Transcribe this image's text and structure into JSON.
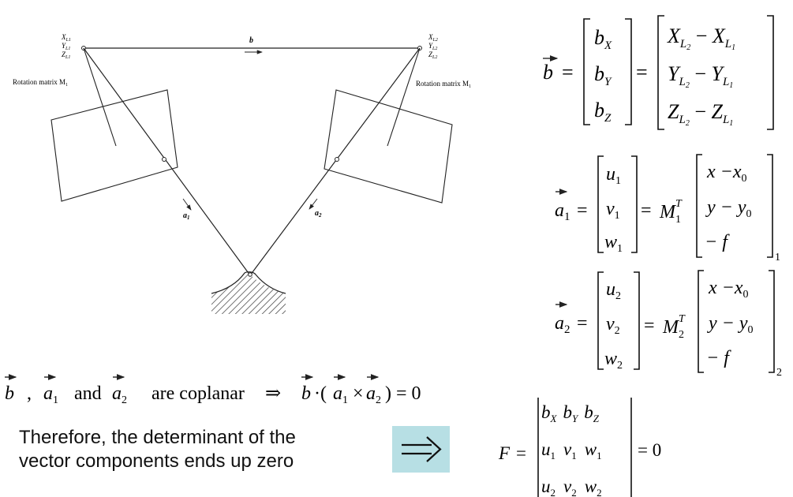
{
  "diagram": {
    "left_camera": {
      "coords": [
        "X",
        "Y",
        "Z"
      ],
      "coord_subscript": "L1",
      "rotation_label": "Rotation matrix M",
      "rotation_subscript": "1"
    },
    "right_camera": {
      "coords": [
        "X",
        "Y",
        "Z"
      ],
      "coord_subscript": "L2",
      "rotation_label": "Rotation matrix M",
      "rotation_subscript": "1"
    },
    "baseline_label": "b",
    "ray1_label": "a",
    "ray1_subscript": "1",
    "ray2_label": "a",
    "ray2_subscript": "2"
  },
  "equations": {
    "b_vector": {
      "lhs": "b",
      "components": [
        {
          "base": "b",
          "sub": "X"
        },
        {
          "base": "b",
          "sub": "Y"
        },
        {
          "base": "b",
          "sub": "Z"
        }
      ],
      "differences": [
        {
          "a": "X",
          "a_sub": "L",
          "a_subsub": "2",
          "b": "X",
          "b_sub": "L",
          "b_subsub": "1"
        },
        {
          "a": "Y",
          "a_sub": "L",
          "a_subsub": "2",
          "b": "Y",
          "b_sub": "L",
          "b_subsub": "1"
        },
        {
          "a": "Z",
          "a_sub": "L",
          "a_subsub": "2",
          "b": "Z",
          "b_sub": "L",
          "b_subsub": "1"
        }
      ]
    },
    "a1_vector": {
      "lhs": "a",
      "lhs_sub": "1",
      "components": [
        {
          "base": "u",
          "sub": "1"
        },
        {
          "base": "v",
          "sub": "1"
        },
        {
          "base": "w",
          "sub": "1"
        }
      ],
      "matrix": "M",
      "matrix_sub": "1",
      "matrix_sup": "T",
      "image_vector": [
        "x −x",
        "y − y",
        "− f"
      ],
      "image_vector_subs": [
        "0",
        "0",
        ""
      ],
      "outer_sub": "1"
    },
    "a2_vector": {
      "lhs": "a",
      "lhs_sub": "2",
      "components": [
        {
          "base": "u",
          "sub": "2"
        },
        {
          "base": "v",
          "sub": "2"
        },
        {
          "base": "w",
          "sub": "2"
        }
      ],
      "matrix": "M",
      "matrix_sub": "2",
      "matrix_sup": "T",
      "image_vector": [
        "x −x",
        "y − y",
        "− f"
      ],
      "image_vector_subs": [
        "0",
        "0",
        ""
      ],
      "outer_sub": "2"
    },
    "coplanar": {
      "sep1": ",",
      "and_text": "and",
      "tail_text": "are coplanar",
      "implies": "⇒",
      "zero": "= 0"
    },
    "determinant": {
      "lhs": "F",
      "rows": [
        [
          {
            "b": "b",
            "s": "X"
          },
          {
            "b": "b",
            "s": "Y"
          },
          {
            "b": "b",
            "s": "Z"
          }
        ],
        [
          {
            "b": "u",
            "s": "1"
          },
          {
            "b": "v",
            "s": "1"
          },
          {
            "b": "w",
            "s": "1"
          }
        ],
        [
          {
            "b": "u",
            "s": "2"
          },
          {
            "b": "v",
            "s": "2"
          },
          {
            "b": "w",
            "s": "2"
          }
        ]
      ],
      "rhs": "= 0"
    }
  },
  "conclusion": {
    "line1": "Therefore, the determinant of the",
    "line2": "vector components ends up zero",
    "arrow": "⟹"
  }
}
